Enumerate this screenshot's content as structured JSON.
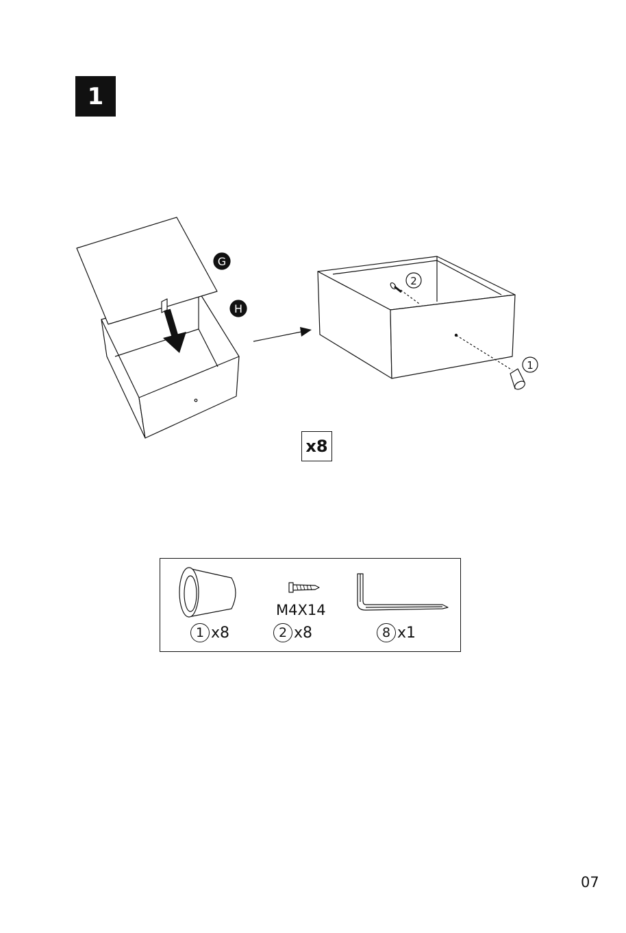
{
  "step": {
    "number": "1"
  },
  "panels": {
    "top_panel_label": "G",
    "side_panel_label": "H"
  },
  "callouts": {
    "knob_ref": "1",
    "screw_ref": "2"
  },
  "quantity_badge": "x8",
  "parts": [
    {
      "ref": "1",
      "qty": "x8",
      "icon": "knob-icon"
    },
    {
      "ref": "2",
      "qty": "x8",
      "spec": "M4X14",
      "icon": "screw-icon"
    },
    {
      "ref": "8",
      "qty": "x1",
      "icon": "allen-key-icon"
    }
  ],
  "page_number": "07"
}
